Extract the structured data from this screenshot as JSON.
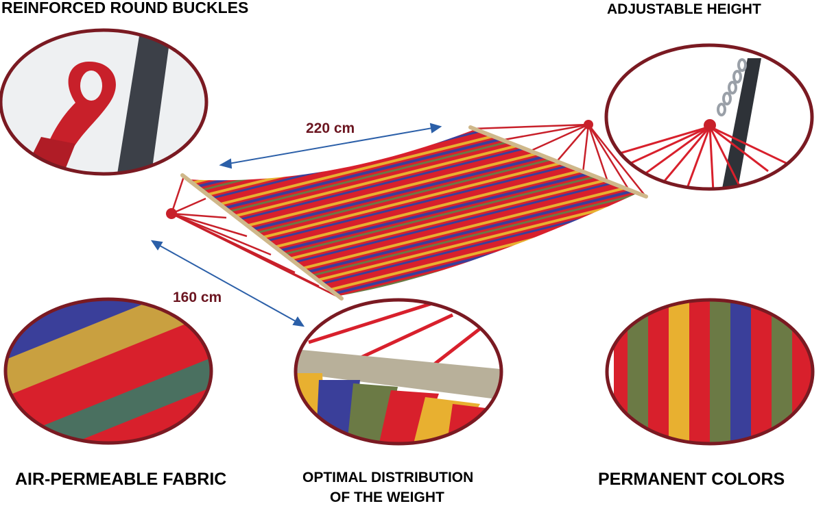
{
  "labels": {
    "top_left": "REINFORCED ROUND BUCKLES",
    "top_right": "ADJUSTABLE HEIGHT",
    "bottom_left": "AIR-PERMEABLE FABRIC",
    "bottom_center_line1": "OPTIMAL DISTRIBUTION",
    "bottom_center_line2": "OF THE WEIGHT",
    "bottom_right": "PERMANENT COLORS"
  },
  "dimensions": {
    "length": "220 cm",
    "width": "160 cm"
  },
  "colors": {
    "frame": "#7a1a22",
    "arrow": "#2b5fa8",
    "dimension_text": "#6b1520",
    "stripe_red": "#d8202c",
    "stripe_blue": "#3a3f9a",
    "stripe_yellow": "#e8b030",
    "stripe_green": "#6b7a45"
  }
}
